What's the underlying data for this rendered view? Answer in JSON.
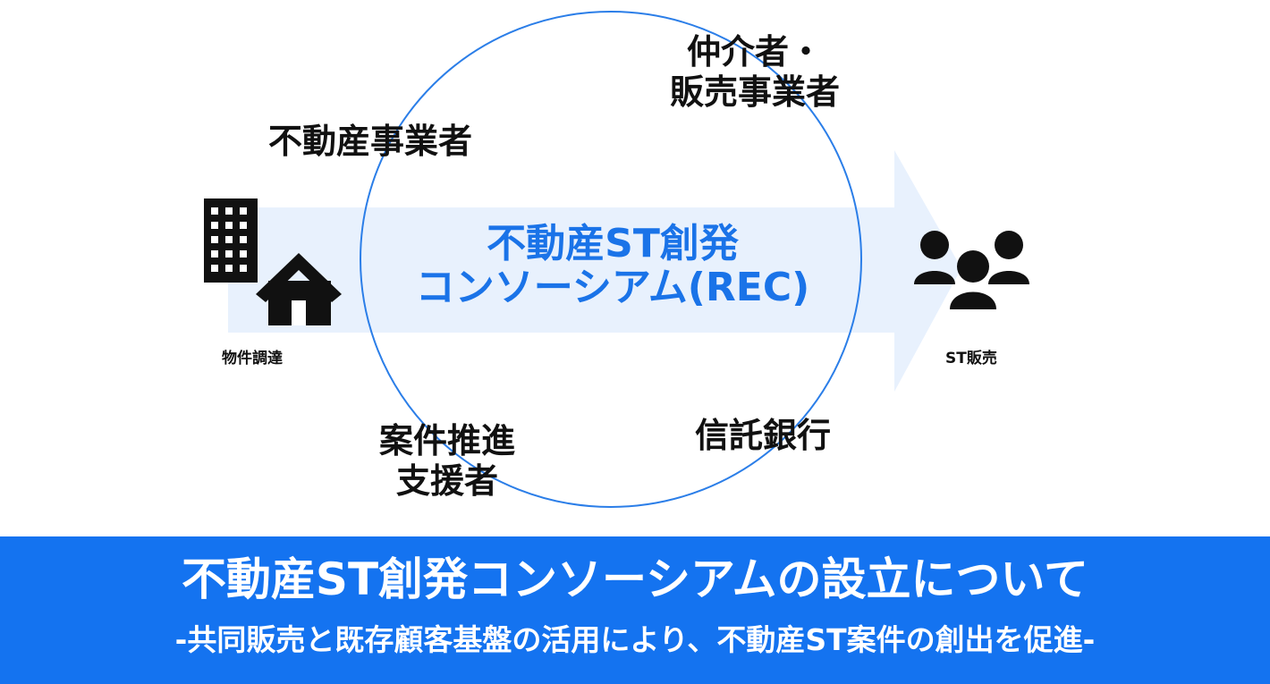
{
  "diagram": {
    "center_title_line1": "不動産ST創発",
    "center_title_line2": "コンソーシアム(REC)",
    "roles": {
      "real_estate": "不動産事業者",
      "broker_line1": "仲介者・",
      "broker_line2": "販売事業者",
      "trust_bank": "信託銀行",
      "support_line1": "案件推進",
      "support_line2": "支援者"
    },
    "left_label": "物件調達",
    "right_label": "ST販売",
    "icons": {
      "left_building": "building-icon",
      "left_house": "house-icon",
      "right_people": "people-group-icon"
    },
    "colors": {
      "accent": "#1a73e8",
      "arrow_fill": "#e8f1fd",
      "circle": "#2b7ee8"
    }
  },
  "banner": {
    "title": "不動産ST創発コンソーシアムの設立について",
    "subtitle": "-共同販売と既存顧客基盤の活用により、不動産ST案件の創出を促進-",
    "background": "#1473f0"
  }
}
